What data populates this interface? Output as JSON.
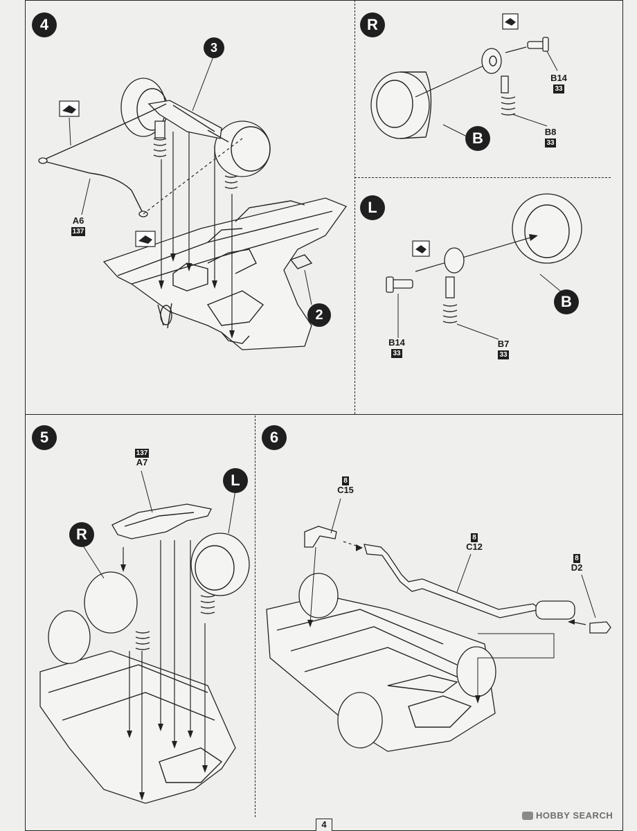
{
  "page_number": "4",
  "watermark": {
    "brand": "HOBBY SEARCH"
  },
  "steps": {
    "s4": {
      "badge": "4"
    },
    "sR": {
      "badge": "R"
    },
    "sL": {
      "badge": "L"
    },
    "s5": {
      "badge": "5"
    },
    "s6": {
      "badge": "6"
    }
  },
  "callouts": {
    "p3": "3",
    "p2": "2",
    "pB_r": "B",
    "pB_l": "B",
    "pR_5": "R",
    "pL_5": "L"
  },
  "parts": {
    "a6": {
      "code": "A6",
      "color": "137"
    },
    "b14_r": {
      "code": "B14",
      "color": "33"
    },
    "b8": {
      "code": "B8",
      "color": "33"
    },
    "b14_l": {
      "code": "B14",
      "color": "33"
    },
    "b7": {
      "code": "B7",
      "color": "33"
    },
    "a7": {
      "code": "A7",
      "color": "137"
    },
    "c15": {
      "code": "C15",
      "color": "8"
    },
    "c12": {
      "code": "C12",
      "color": "8"
    },
    "d2": {
      "code": "D2",
      "color": "8"
    }
  },
  "icons": [
    "glue-icon",
    "wheel-drawing",
    "chassis-drawing",
    "spring-drawing",
    "muffler-drawing"
  ]
}
